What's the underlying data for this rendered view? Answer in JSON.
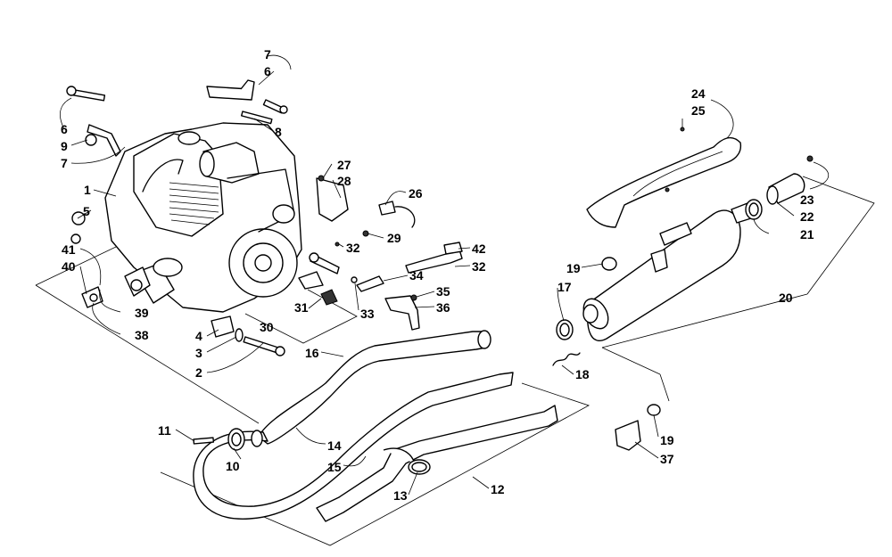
{
  "callouts": {
    "c7a": "7",
    "c6a": "6",
    "c8": "8",
    "c6b": "6",
    "c9": "9",
    "c7b": "7",
    "c1": "1",
    "c5": "5",
    "c41": "41",
    "c40": "40",
    "c39": "39",
    "c38": "38",
    "c27": "27",
    "c28": "28",
    "c26": "26",
    "c29": "29",
    "c32a": "32",
    "c42": "42",
    "c32b": "32",
    "c34": "34",
    "c35": "35",
    "c36": "36",
    "c33": "33",
    "c31": "31",
    "c30": "30",
    "c4": "4",
    "c3": "3",
    "c2": "2",
    "c16": "16",
    "c11": "11",
    "c10": "10",
    "c14": "14",
    "c15": "15",
    "c13": "13",
    "c12": "12",
    "c17": "17",
    "c18": "18",
    "c19a": "19",
    "c24": "24",
    "c25": "25",
    "c23": "23",
    "c22": "22",
    "c21": "21",
    "c20": "20",
    "c19b": "19",
    "c37": "37"
  }
}
